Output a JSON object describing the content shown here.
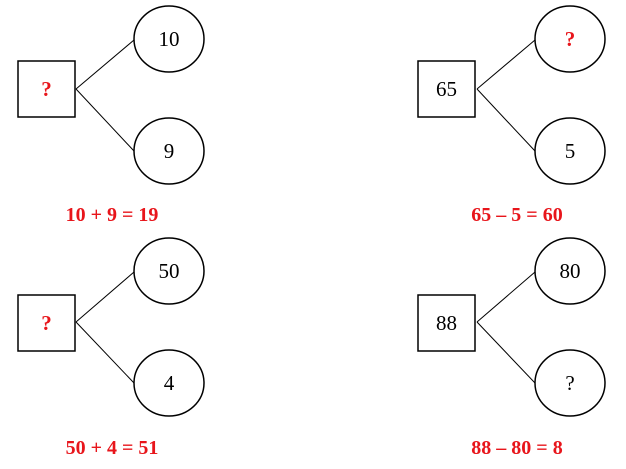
{
  "colors": {
    "text": "#000000",
    "highlight": "#e8151b"
  },
  "diagrams": [
    {
      "box": {
        "value": "?",
        "highlight": true
      },
      "top": {
        "value": "10",
        "highlight": false
      },
      "bottom": {
        "value": "9",
        "highlight": false
      },
      "equation": "10 + 9 = 19"
    },
    {
      "box": {
        "value": "65",
        "highlight": false
      },
      "top": {
        "value": "?",
        "highlight": true
      },
      "bottom": {
        "value": "5",
        "highlight": false
      },
      "equation": "65 – 5 = 60"
    },
    {
      "box": {
        "value": "?",
        "highlight": true
      },
      "top": {
        "value": "50",
        "highlight": false
      },
      "bottom": {
        "value": "4",
        "highlight": false
      },
      "equation": "50 + 4 = 51"
    },
    {
      "box": {
        "value": "88",
        "highlight": false
      },
      "top": {
        "value": "80",
        "highlight": false
      },
      "bottom": {
        "value": "?",
        "highlight": false
      },
      "equation": "88 – 80 = 8"
    }
  ]
}
